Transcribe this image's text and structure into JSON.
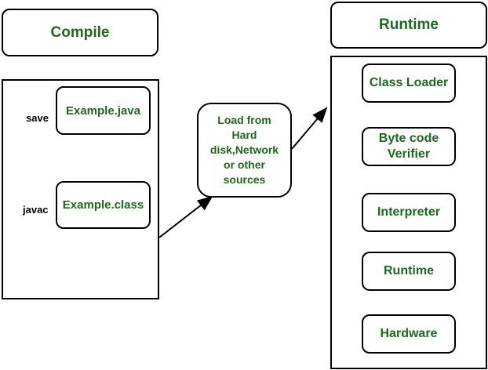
{
  "compile": {
    "header": "Compile",
    "source_file": "Example.java",
    "class_file": "Example.class",
    "save_label": "save",
    "javac_label": "javac"
  },
  "load": {
    "text_lines": [
      "Load from",
      "Hard",
      "disk,Network",
      "or other",
      "sources"
    ]
  },
  "runtime": {
    "header": "Runtime",
    "steps": [
      {
        "lines": [
          "Class Loader"
        ]
      },
      {
        "lines": [
          "Byte code",
          "Verifier"
        ]
      },
      {
        "lines": [
          "Interpreter"
        ]
      },
      {
        "lines": [
          "Runtime"
        ]
      },
      {
        "lines": [
          "Hardware"
        ]
      }
    ]
  },
  "colors": {
    "text_green": "#1b6a1b",
    "border": "#000000"
  }
}
